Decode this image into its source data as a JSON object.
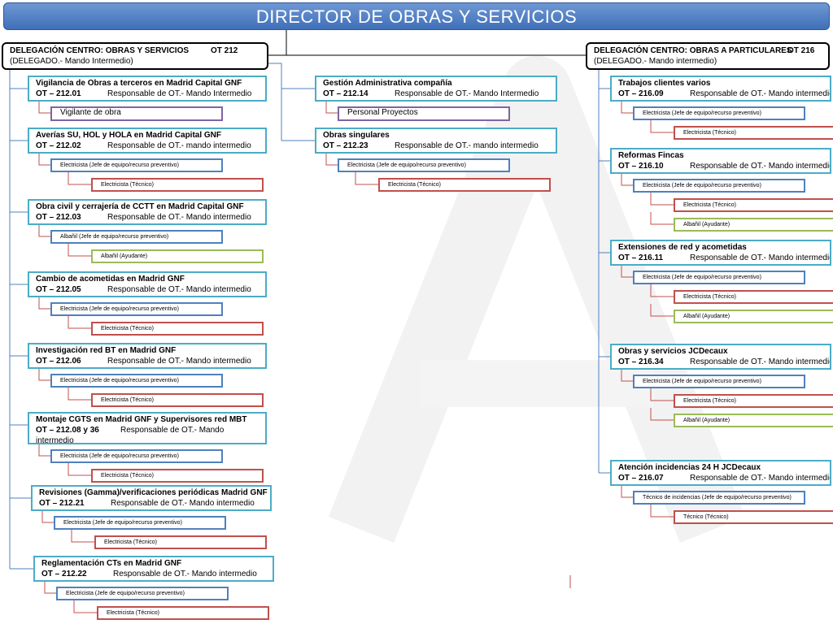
{
  "title": "DIRECTOR DE OBRAS Y SERVICIOS",
  "left_delegation": {
    "line1": "DELEGACIÓN CENTRO: OBRAS Y SERVICIOS",
    "ot": "OT 212",
    "line2": "(DELEGADO.- Mando Intermedio)"
  },
  "right_delegation": {
    "line1": "DELEGACIÓN CENTRO: OBRAS A PARTICULARES",
    "ot": "OT 216",
    "line2": "(DELEGADO.- Mando intermedio)"
  },
  "colors": {
    "header": "#4f81bd",
    "cyan": "#4bacc6",
    "blue": "#4f81bd",
    "red": "#c0504d",
    "green": "#9bbb59",
    "purple": "#8064a2"
  },
  "left_units": [
    {
      "title": "Vigilancia de Obras a terceros  en Madrid Capital GNF",
      "ot": "OT – 212.01",
      "resp": "Responsable de OT.- Mando Intermedio",
      "subs": [
        "Vigilante de obra"
      ]
    },
    {
      "title": "Averías SU, HOL y HOLA  en Madrid Capital GNF",
      "ot": "OT – 212.02",
      "resp": "Responsable de OT.- mando intermedio",
      "subs": [
        "Electricista (Jefe de equipo/recurso preventivo)",
        "Electricista (Técnico)"
      ]
    },
    {
      "title": "Obra civil y cerrajería de CCTT en Madrid Capital GNF",
      "ot": "OT – 212.03",
      "resp": "Responsable de OT.- Mando intermedio",
      "subs": [
        "Albañil (Jefe de equipo/recurso preventivo)",
        "Albañil (Ayudante)"
      ]
    },
    {
      "title": "Cambio de acometidas en Madrid GNF",
      "ot": "OT – 212.05",
      "resp": "Responsable de OT.- Mando intermedio",
      "subs": [
        "Electricista (Jefe de equipo/recurso preventivo)",
        "Electricista (Técnico)"
      ]
    },
    {
      "title": "Investigación red BT en Madrid GNF",
      "ot": "OT – 212.06",
      "resp": "Responsable de OT.- Mando intermedio",
      "subs": [
        "Electricista (Jefe de equipo/recurso preventivo)",
        "Electricista (Técnico)"
      ]
    },
    {
      "title": "Montaje CGTS en Madrid GNF y Supervisores red MBT",
      "ot": "OT – 212.08   y 36",
      "resp": "Responsable de OT.- Mando intermedio",
      "subs": [
        "Electricista (Jefe de equipo/recurso preventivo)",
        "Electricista (Técnico)"
      ]
    },
    {
      "title": "Revisiones (Gamma)/verificaciones periódicas Madrid GNF",
      "ot": "OT – 212.21",
      "resp": "Responsable de OT.- Mando intermedio",
      "subs": [
        "Electricista (Jefe de equipo/recurso preventivo)",
        "Electricista (Técnico)"
      ]
    },
    {
      "title": "Reglamentación CTs en Madrid GNF",
      "ot": "OT – 212.22",
      "resp": "Responsable de OT.- Mando intermedio",
      "subs": [
        "Electricista (Jefe de equipo/recurso preventivo)",
        "Electricista (Técnico)"
      ]
    }
  ],
  "middle_units": [
    {
      "title": "Gestión Administrativa compañía",
      "ot": "OT – 212.14",
      "resp": "Responsable de OT.- Mando Intermedio",
      "subs": [
        "Personal Proyectos"
      ]
    },
    {
      "title": "Obras singulares",
      "ot": "OT – 212.23",
      "resp": "Responsable de OT.- mando intermedio",
      "subs": [
        "Electricista (Jefe de equipo/recurso preventivo)",
        "Electricista (Técnico)"
      ]
    }
  ],
  "right_units": [
    {
      "title": "Trabajos clientes varios",
      "ot": "OT – 216.09",
      "resp": "Responsable de OT.- Mando intermedio",
      "subs": [
        "Electricista (Jefe de equipo/recurso preventivo)",
        "Electricista (Técnico)"
      ]
    },
    {
      "title": "Reformas Fincas",
      "ot": "OT – 216.10",
      "resp": "Responsable de OT.- Mando intermedio",
      "subs": [
        "Electricista (Jefe de equipo/recurso preventivo)",
        "Electricista (Técnico)",
        "Albañil (Ayudante)"
      ]
    },
    {
      "title": "Extensiones de red y acometidas",
      "ot": "OT – 216.11",
      "resp": "Responsable de OT.- Mando intermedio",
      "subs": [
        "Electricista (Jefe de equipo/recurso preventivo)",
        "Electricista (Técnico)",
        "Albañil (Ayudante)"
      ]
    },
    {
      "title": "Obras y servicios JCDecaux",
      "ot": "OT – 216.34",
      "resp": "Responsable de OT.- Mando intermedio",
      "subs": [
        "Electricista (Jefe de equipo/recurso preventivo)",
        "Electricista (Técnico)",
        "Albañil (Ayudante)"
      ]
    },
    {
      "title": "Atención incidencias 24 H  JCDecaux",
      "ot": "OT – 216.07",
      "resp": "Responsable de OT.- Mando intermedio",
      "subs": [
        "Técnico de incidencias (Jefe de equipo/recurso preventivo)",
        "Técnico (Técnico)"
      ]
    }
  ]
}
